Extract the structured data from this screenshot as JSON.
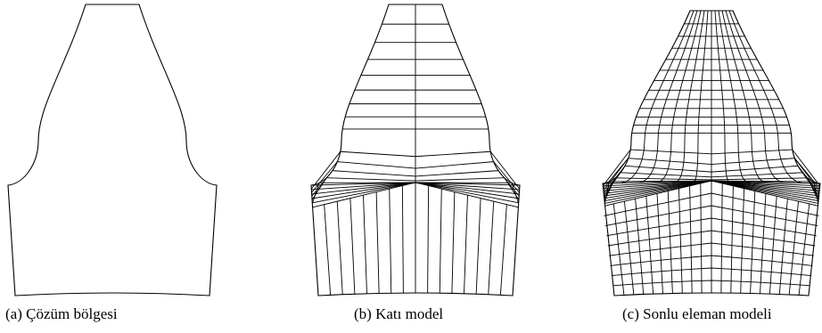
{
  "panels": [
    {
      "id": "a",
      "caption": "(a) Çözüm bölgesi",
      "mesh": "none"
    },
    {
      "id": "b",
      "caption": "(b) Katı model",
      "mesh": "coarse"
    },
    {
      "id": "c",
      "caption": "(c) Sonlu eleman modeli",
      "mesh": "fine"
    }
  ],
  "colors": {
    "line": "#000000",
    "background": "#ffffff"
  }
}
